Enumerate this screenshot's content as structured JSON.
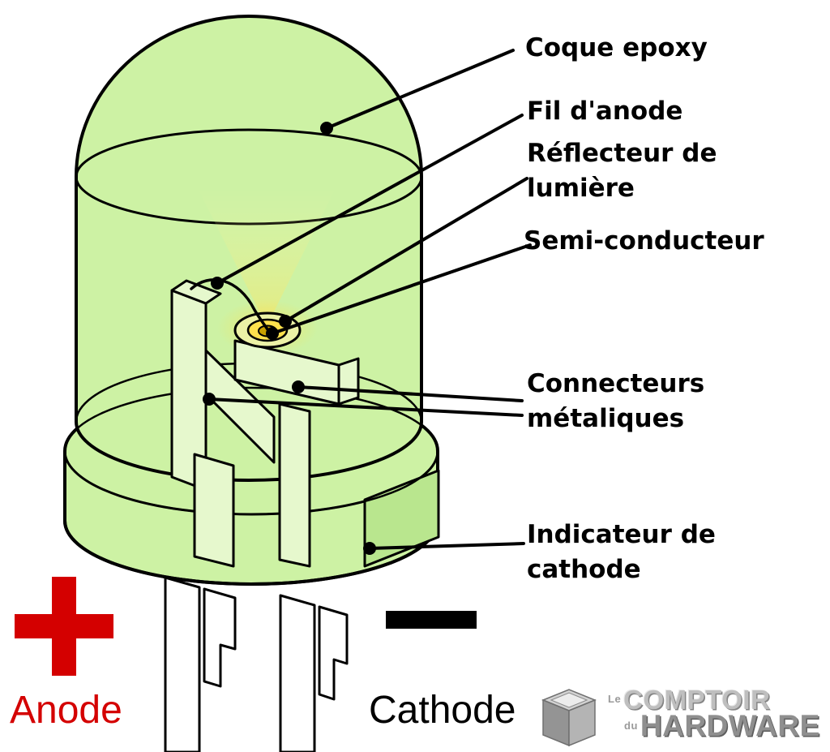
{
  "callouts": {
    "coque_epoxy": "Coque epoxy",
    "fil_anode": "Fil d'anode",
    "reflecteur_lumiere": "Réflecteur de lumière",
    "semi_conducteur": "Semi-conducteur",
    "connecteurs_metaliques": "Connecteurs métaliques",
    "indicateur_cathode": "Indicateur de cathode"
  },
  "polarity": {
    "plus_symbol": "+",
    "minus_symbol": "−",
    "anode_label": "Anode",
    "cathode_label": "Cathode"
  },
  "watermark": {
    "word_small_1": "Le",
    "word_1": "COMPTOIR",
    "word_small_2": "du",
    "word_2": "HARDWARE"
  },
  "colors": {
    "led_green": "#cdf2a4",
    "led_green_dark": "#b9e68e",
    "metal_light": "#e6f8cd",
    "glow_yellow": "#ffe14d",
    "chip_gold": "#c8a000",
    "outline_black": "#000000",
    "anode_red": "#d40000",
    "watermark_gray": "#9a9a9a"
  }
}
